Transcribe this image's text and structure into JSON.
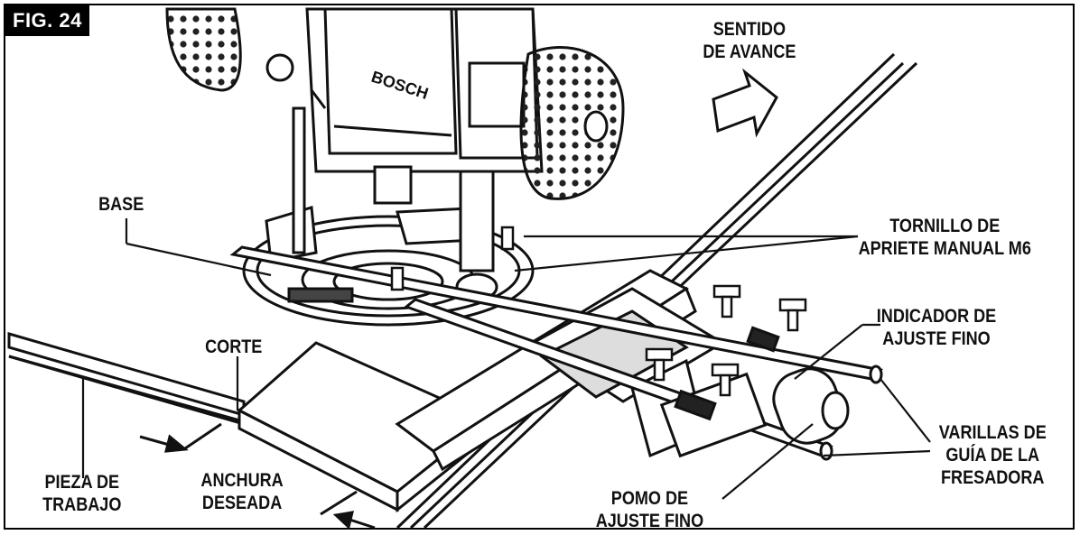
{
  "figure": {
    "number_label": "FIG. 24"
  },
  "labels": {
    "feed_direction": [
      "SENTIDO",
      "DE AVANCE"
    ],
    "base": "BASE",
    "thumbscrew": [
      "TORNILLO DE",
      "APRIETE MANUAL M6"
    ],
    "fine_adjust_indicator": [
      "INDICADOR DE",
      "AJUSTE FINO"
    ],
    "guide_rods": [
      "VARILLAS DE",
      "GUÍA DE LA",
      "FRESADORA"
    ],
    "fine_adjust_knob": [
      "POMO DE",
      "AJUSTE FINO"
    ],
    "desired_width": [
      "ANCHURA",
      "DESEADA"
    ],
    "workpiece": [
      "PIEZA DE",
      "TRABAJO"
    ],
    "cut": "CORTE"
  },
  "brand_text": "BOSCH"
}
